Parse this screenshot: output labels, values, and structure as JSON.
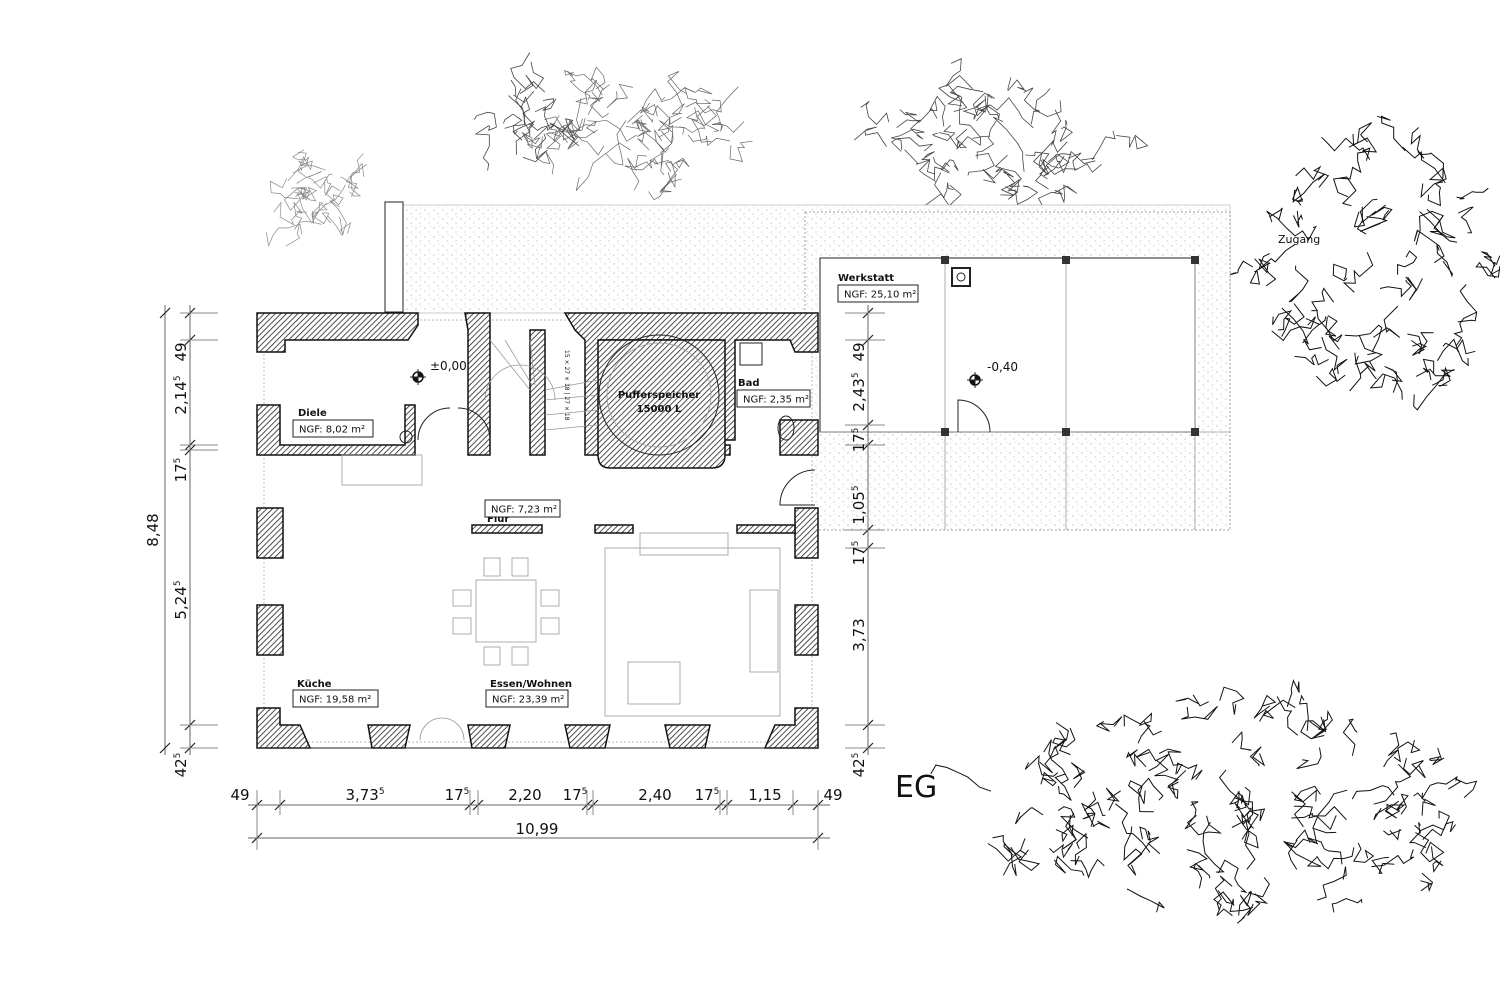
{
  "title": "EG",
  "access_label": "Zugang",
  "levels": {
    "main": "±0,00",
    "workshop": "-0,40"
  },
  "tank": {
    "line1": "Pufferspeicher",
    "line2": "15000 L"
  },
  "stair_note": "15 × 27 × 18 | 27 × 18",
  "rooms": [
    {
      "name": "Diele",
      "area": "NGF: 8,02 m²"
    },
    {
      "name": "Flur",
      "area": "NGF: 7,23 m²"
    },
    {
      "name": "Bad",
      "area": "NGF: 2,35 m²"
    },
    {
      "name": "Küche",
      "area": "NGF: 19,58 m²"
    },
    {
      "name": "Essen/Wohnen",
      "area": "NGF: 23,39 m²"
    },
    {
      "name": "Werkstatt",
      "area": "NGF: 25,10 m²"
    }
  ],
  "dimensions": {
    "left_total": "8,48",
    "left_chain": [
      {
        "v": "49",
        "s": ""
      },
      {
        "v": "2,14",
        "s": "5"
      },
      {
        "v": "17",
        "s": "5"
      },
      {
        "v": "5,24",
        "s": "5"
      },
      {
        "v": "42",
        "s": "5"
      }
    ],
    "right_chain": [
      {
        "v": "49",
        "s": ""
      },
      {
        "v": "2,43",
        "s": "5"
      },
      {
        "v": "17",
        "s": "5"
      },
      {
        "v": "1,05",
        "s": "5"
      },
      {
        "v": "17",
        "s": "5"
      },
      {
        "v": "3,73",
        "s": ""
      },
      {
        "v": "42",
        "s": "5"
      }
    ],
    "bottom_chain": [
      {
        "v": "49",
        "s": ""
      },
      {
        "v": "3,73",
        "s": "5"
      },
      {
        "v": "17",
        "s": "5"
      },
      {
        "v": "2,20",
        "s": ""
      },
      {
        "v": "17",
        "s": "5"
      },
      {
        "v": "2,40",
        "s": ""
      },
      {
        "v": "17",
        "s": "5"
      },
      {
        "v": "1,15",
        "s": ""
      },
      {
        "v": "49",
        "s": ""
      }
    ],
    "bottom_total": "10,99"
  }
}
